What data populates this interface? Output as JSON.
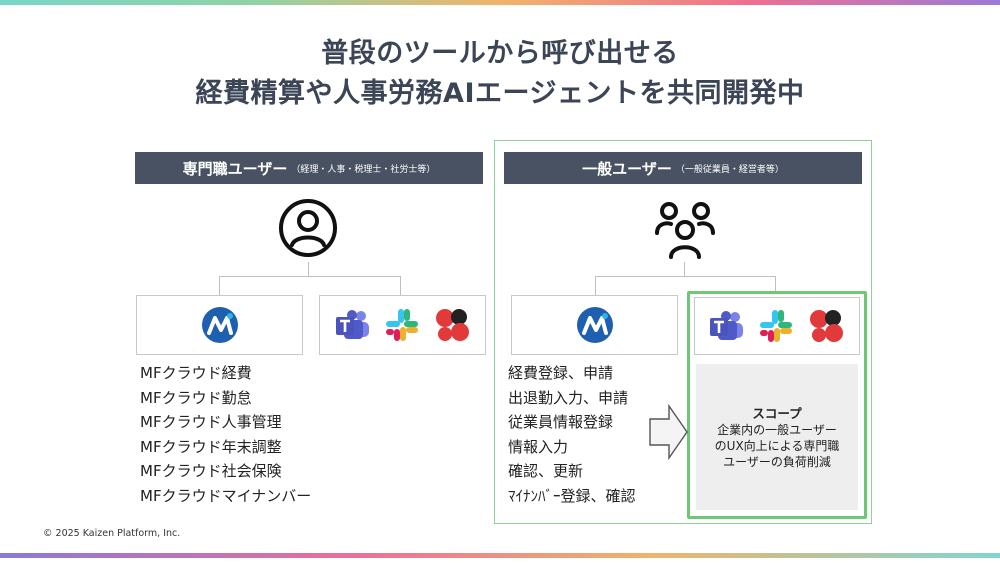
{
  "title": {
    "line1": "普段のツールから呼び出せる",
    "line2": "経費精算や人事労務AIエージェントを共同開発中"
  },
  "left": {
    "header": "専門職ユーザー",
    "header_sub": "（経理・人事・税理士・社労士等）",
    "icon": "user-circle-icon",
    "items": [
      "MFクラウド経費",
      "MFクラウド勤怠",
      "MFクラウド人事管理",
      "MFクラウド年末調整",
      "MFクラウド社会保険",
      "MFクラウドマイナンバー"
    ]
  },
  "right": {
    "header": "一般ユーザー",
    "header_sub": "（一般従業員・経営者等）",
    "icon": "group-users-icon",
    "items": [
      "経費登録、申請",
      "出退勤入力、申請",
      "従業員情報登録",
      "情報入力",
      "確認、更新",
      "ﾏｲﾅﾝﾊﾞｰ登録、確認"
    ],
    "scope": {
      "title": "スコープ",
      "line1": "企業内の一般ユーザー",
      "line2": "のUX向上による専門職",
      "line3": "ユーザーの負荷削減"
    }
  },
  "footer": "© 2025 Kaizen Platform, Inc.",
  "colors": {
    "header_bg": "#485262",
    "green_frame": "#6cc777",
    "mf_blue": "#1f5fb0"
  }
}
